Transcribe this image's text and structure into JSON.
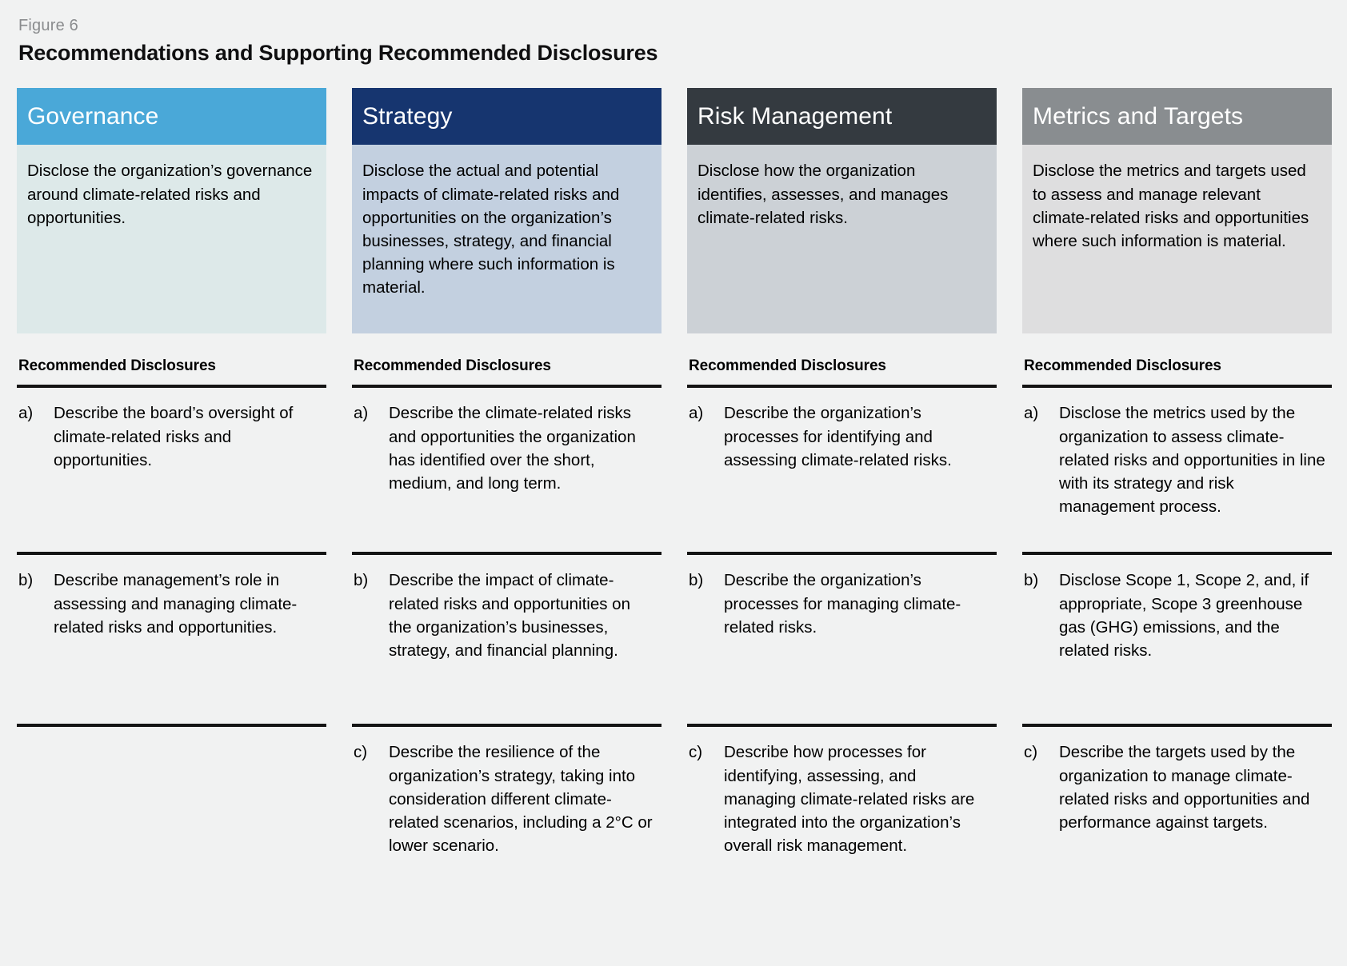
{
  "figure": {
    "label": "Figure 6",
    "title": "Recommendations and Supporting Recommended Disclosures"
  },
  "labels": {
    "recommended_disclosures": "Recommended Disclosures"
  },
  "colors": {
    "page_background": "#f1f2f2",
    "governance_header": "#4aa8d8",
    "governance_body": "#dde9e9",
    "strategy_header": "#16356f",
    "strategy_body": "#c3d0e0",
    "risk_header": "#343a40",
    "risk_body": "#ccd1d6",
    "metrics_header": "#898d90",
    "metrics_body": "#dededf",
    "rule": "#141414",
    "figure_label_text": "#8a8c8e"
  },
  "columns": [
    {
      "id": "governance",
      "title": "Governance",
      "description": "Disclose the organization’s governance around climate-related risks and opportunities.",
      "disclosures_heading": "Recommended Disclosures",
      "disclosures": [
        {
          "marker": "a)",
          "text": "Describe the board’s oversight of climate-related risks and opportunities."
        },
        {
          "marker": "b)",
          "text": "Describe management’s role in assessing and managing climate-related risks and opportunities."
        }
      ]
    },
    {
      "id": "strategy",
      "title": "Strategy",
      "description": "Disclose the actual and potential impacts of climate-related risks and opportunities on the organization’s businesses, strategy, and financial planning where such information is material.",
      "disclosures_heading": "Recommended Disclosures",
      "disclosures": [
        {
          "marker": "a)",
          "text": "Describe the climate-related risks and opportunities the organization has identified over the short, medium, and long term."
        },
        {
          "marker": "b)",
          "text": "Describe the impact of climate-related risks and opportunities on the organization’s businesses, strategy, and financial planning."
        },
        {
          "marker": "c)",
          "text": "Describe the resilience of the organization’s strategy, taking into consideration different climate-related scenarios, including a 2°C or lower scenario."
        }
      ]
    },
    {
      "id": "risk-management",
      "title": "Risk Management",
      "description": "Disclose how the organization identifies, assesses, and manages climate-related risks.",
      "disclosures_heading": "Recommended Disclosures",
      "disclosures": [
        {
          "marker": "a)",
          "text": "Describe the organization’s processes for identifying and assessing climate-related risks."
        },
        {
          "marker": "b)",
          "text": "Describe the organization’s processes for managing climate-related risks."
        },
        {
          "marker": "c)",
          "text": "Describe how processes for identifying, assessing, and managing climate-related risks are integrated into the organization’s overall risk management."
        }
      ]
    },
    {
      "id": "metrics-and-targets",
      "title": "Metrics and Targets",
      "description": "Disclose the metrics and targets used to assess and manage relevant climate-related risks and opportunities where such information is material.",
      "disclosures_heading": "Recommended Disclosures",
      "disclosures": [
        {
          "marker": "a)",
          "text": "Disclose the metrics used by the organization to assess climate-related risks and opportunities in line with its strategy and risk management process."
        },
        {
          "marker": "b)",
          "text": "Disclose Scope 1, Scope 2, and, if appropriate, Scope 3 greenhouse gas (GHG) emissions, and the related risks."
        },
        {
          "marker": "c)",
          "text": "Describe the targets used by the organization to manage climate-related risks and opportunities and performance against targets."
        }
      ]
    }
  ]
}
